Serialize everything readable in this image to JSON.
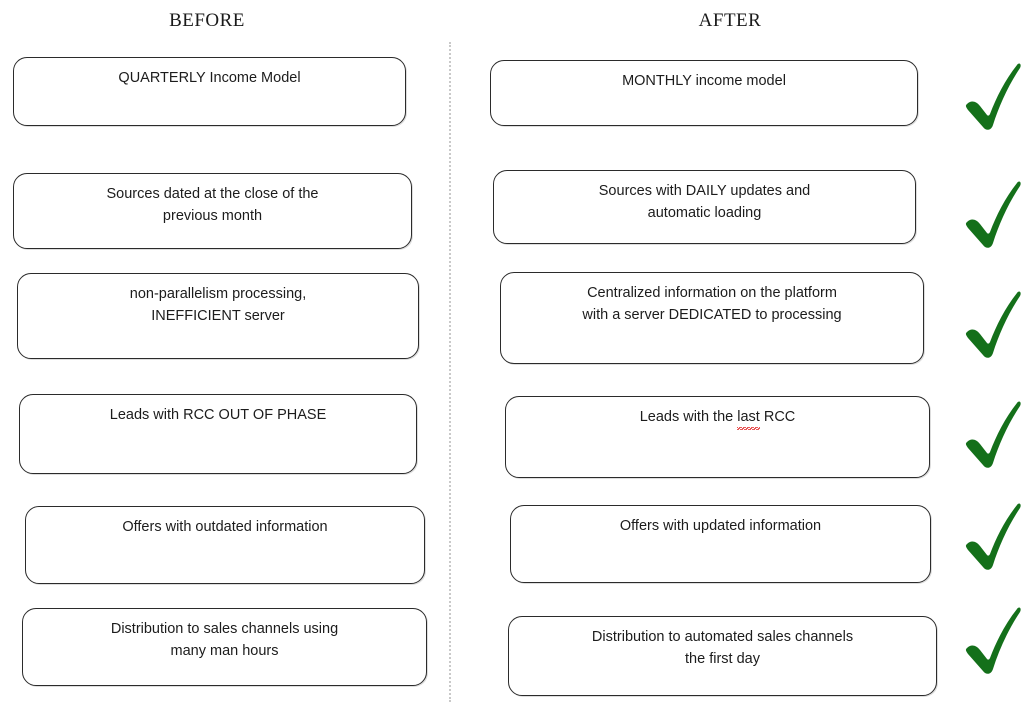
{
  "diagram": {
    "title": "Before / After comparison",
    "type": "two-column-comparison",
    "accent_check_color": "#14701a",
    "box_border_color": "#2b2b2b",
    "divider_color": "#c9c9c9"
  },
  "columns": {
    "left": {
      "header": "BEFORE"
    },
    "right": {
      "header": "AFTER"
    }
  },
  "rows": [
    {
      "before": "QUARTERLY Income Model",
      "after": "MONTHLY income model",
      "after_has_spellcheck": false,
      "check": "check-icon"
    },
    {
      "before": "Sources dated at the close of the\nprevious month",
      "after": "Sources with DAILY updates and\nautomatic loading",
      "after_has_spellcheck": false,
      "check": "check-icon"
    },
    {
      "before": "non-parallelism processing,\nINEFFICIENT server",
      "after": "Centralized information on the platform\nwith a server DEDICATED to processing",
      "after_has_spellcheck": false,
      "check": "check-icon"
    },
    {
      "before": "Leads with RCC OUT OF PHASE",
      "after_parts": {
        "pre": "Leads with the ",
        "misspelled": "last",
        "post": " RCC"
      },
      "after": "Leads with the last RCC",
      "after_has_spellcheck": true,
      "check": "check-icon"
    },
    {
      "before": "Offers with outdated information",
      "after": "Offers with updated information",
      "after_has_spellcheck": false,
      "check": "check-icon"
    },
    {
      "before": "Distribution to sales channels using\nmany man hours",
      "after": "Distribution to automated sales channels\nthe first day",
      "after_has_spellcheck": false,
      "check": "check-icon"
    }
  ]
}
